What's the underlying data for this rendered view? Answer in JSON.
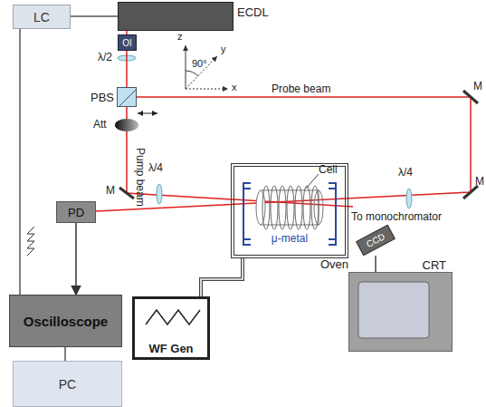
{
  "diagram": {
    "nodes": [
      {
        "text": [
          "LC"
        ]
      },
      {
        "text": [
          "ECDL"
        ]
      },
      {
        "text": [
          "OI"
        ]
      },
      {
        "text": [
          "PBS"
        ]
      },
      {
        "text": [
          "PD"
        ]
      },
      {
        "text": [
          "Oscilloscope"
        ]
      },
      {
        "text": [
          "PC"
        ]
      },
      {
        "text": [
          "WF Gen"
        ]
      },
      {
        "text": [
          "Oven"
        ]
      },
      {
        "text": [
          "μ-metal"
        ],
        "in": 8
      },
      {
        "text": [
          "CCD"
        ]
      },
      {
        "text": [
          "CRT"
        ]
      }
    ],
    "edges": [
      {
        "from": 0,
        "to": 1,
        "arrow": "none"
      },
      {
        "from": 1,
        "to": 2,
        "arrow": "none"
      },
      {
        "from": 2,
        "to": 3,
        "arrow": "none"
      },
      {
        "from": 5,
        "to": 0,
        "arrow": "none"
      },
      {
        "from": 4,
        "to": 5,
        "arrow": "to"
      },
      {
        "from": 5,
        "to": 6,
        "arrow": "none"
      },
      {
        "from": 7,
        "to": 8,
        "arrow": "none"
      },
      {
        "from": 10,
        "to": 11,
        "arrow": "none"
      }
    ],
    "labels": [
      "λ/2",
      "Att",
      "Pump beam",
      "Probe beam",
      "M",
      "M",
      "M",
      "λ/4",
      "λ/4",
      "Cell",
      "To monochromator",
      "z",
      "y",
      "x",
      "90°"
    ]
  }
}
